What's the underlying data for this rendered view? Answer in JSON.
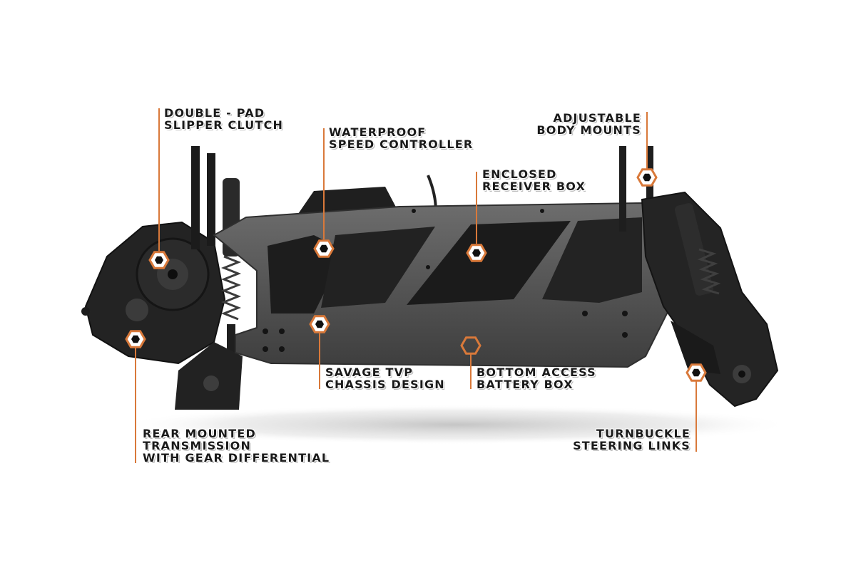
{
  "colors": {
    "accent": "#d9793a",
    "label_text": "#1a1a1a",
    "chassis_plate": "#5d5d5d",
    "chassis_dark": "#1e1e1e",
    "background": "#ffffff"
  },
  "callouts": {
    "slipper_clutch": {
      "line1": "DOUBLE - PAD",
      "line2": "SLIPPER CLUTCH"
    },
    "speed_controller": {
      "line1": "WATERPROOF",
      "line2": "SPEED CONTROLLER"
    },
    "receiver_box": {
      "line1": "ENCLOSED",
      "line2": "RECEIVER BOX"
    },
    "body_mounts": {
      "line1": "ADJUSTABLE",
      "line2": "BODY MOUNTS"
    },
    "transmission": {
      "line1": "REAR MOUNTED",
      "line2": "TRANSMISSION",
      "line3": "WITH GEAR DIFFERENTIAL"
    },
    "chassis_design": {
      "line1": "SAVAGE TVP",
      "line2": "CHASSIS DESIGN"
    },
    "battery_box": {
      "line1": "BOTTOM ACCESS",
      "line2": "BATTERY BOX"
    },
    "steering_links": {
      "line1": "TURNBUCKLE",
      "line2": "STEERING LINKS"
    }
  }
}
